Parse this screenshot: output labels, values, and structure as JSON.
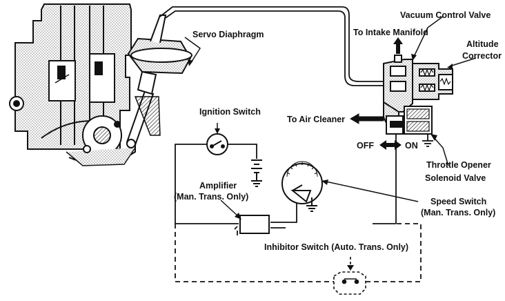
{
  "labels": {
    "vacuum_control_valve": "Vacuum Control Valve",
    "servo_diaphragm": "Servo Diaphragm",
    "to_intake_manifold": "To Intake Manifold",
    "altitude_corrector_1": "Altitude",
    "altitude_corrector_2": "Corrector",
    "ignition_switch": "Ignition Switch",
    "to_air_cleaner": "To Air Cleaner",
    "off": "OFF",
    "on": "ON",
    "throttle_opener_1": "Throttle Opener",
    "throttle_opener_2": "Solenoid Valve",
    "amplifier_1": "Amplifier",
    "amplifier_2": "(Man. Trans. Only)",
    "speed_switch_1": "Speed Switch",
    "speed_switch_2": "(Man. Trans. Only)",
    "inhibitor_switch": "Inhibitor Switch (Auto. Trans. Only)"
  },
  "colors": {
    "ink": "#111111",
    "stipple": "#9a9a9a",
    "paper": "#ffffff"
  }
}
